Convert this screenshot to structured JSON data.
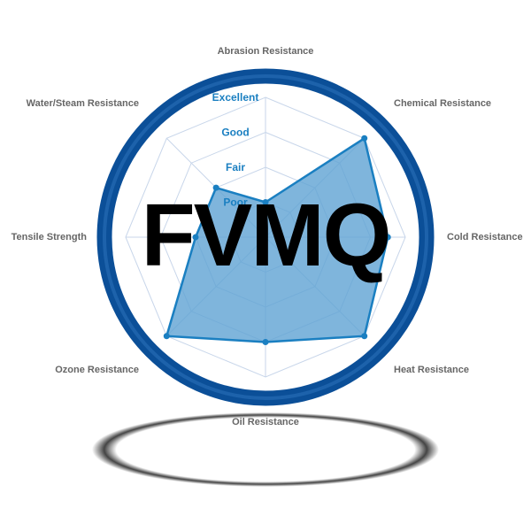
{
  "title": "FVMQ",
  "chart_data": {
    "type": "radar",
    "categories": [
      "Abrasion Resistance",
      "Chemical Resistance",
      "Cold Resistance",
      "Heat Resistance",
      "Oil Resistance",
      "Ozone Resistance",
      "Tensile Strength",
      "Water/Steam Resistance"
    ],
    "values": [
      1,
      4,
      3.5,
      4,
      3,
      4,
      2,
      2
    ],
    "levels": [
      "Poor",
      "Fair",
      "Good",
      "Excellent"
    ],
    "range": [
      0,
      4
    ],
    "colors": {
      "fill": "#5fa3d3",
      "line": "#1a7fc1",
      "ring": "#0b4f98",
      "grid": "#c8d6ea"
    }
  }
}
